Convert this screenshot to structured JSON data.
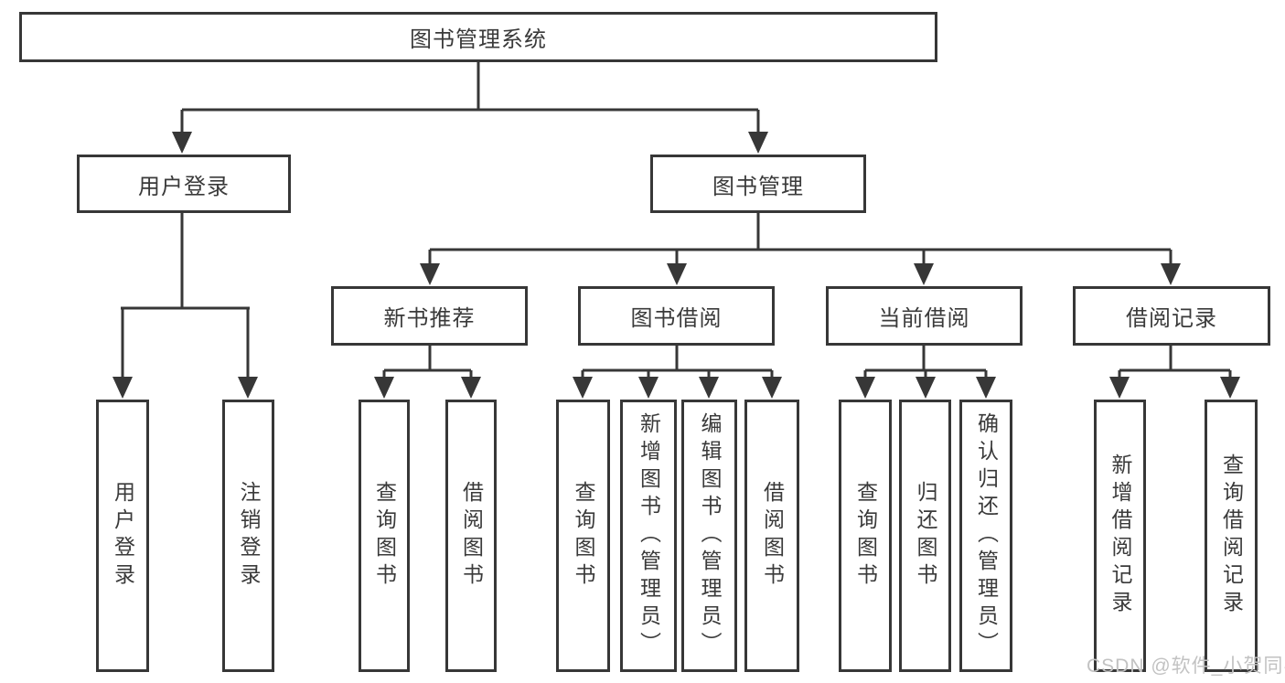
{
  "tree": {
    "root": {
      "label": "图书管理系统",
      "children": [
        {
          "label": "用户登录",
          "children": [
            {
              "label": "用户登录"
            },
            {
              "label": "注销登录"
            }
          ]
        },
        {
          "label": "图书管理",
          "children": [
            {
              "label": "新书推荐",
              "children": [
                {
                  "label": "查询图书"
                },
                {
                  "label": "借阅图书"
                }
              ]
            },
            {
              "label": "图书借阅",
              "children": [
                {
                  "label": "查询图书"
                },
                {
                  "label": "新增图书（管理员）"
                },
                {
                  "label": "编辑图书（管理员）"
                },
                {
                  "label": "借阅图书"
                }
              ]
            },
            {
              "label": "当前借阅",
              "children": [
                {
                  "label": "查询图书"
                },
                {
                  "label": "归还图书"
                },
                {
                  "label": "确认归还（管理员）"
                }
              ]
            },
            {
              "label": "借阅记录",
              "children": [
                {
                  "label": "新增借阅记录"
                },
                {
                  "label": "查询借阅记录"
                }
              ]
            }
          ]
        }
      ]
    }
  },
  "watermark": {
    "text": "CSDN @软件_小贺同学"
  },
  "colors": {
    "line": "#373737",
    "text": "#3a3a3a",
    "watermark": "#c2c2c2"
  }
}
